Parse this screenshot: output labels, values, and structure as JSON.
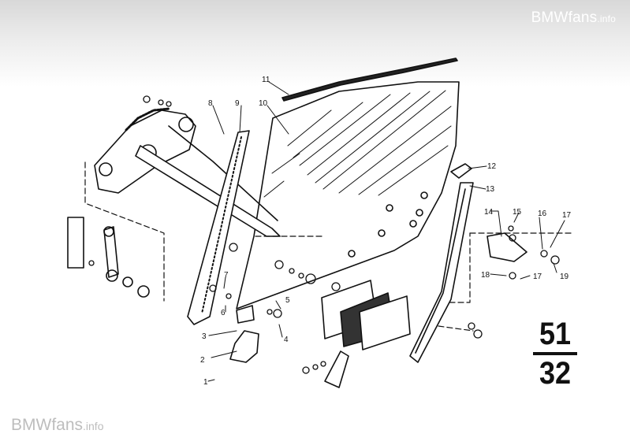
{
  "watermark": {
    "brand": "BMWfans",
    "suffix": ".info"
  },
  "group_number": {
    "main": "51",
    "sub": "32"
  },
  "callouts": [
    "1",
    "2",
    "3",
    "4",
    "5",
    "6",
    "7",
    "8",
    "9",
    "10",
    "11",
    "12",
    "13",
    "14",
    "15",
    "16",
    "17",
    "17",
    "18",
    "19"
  ]
}
